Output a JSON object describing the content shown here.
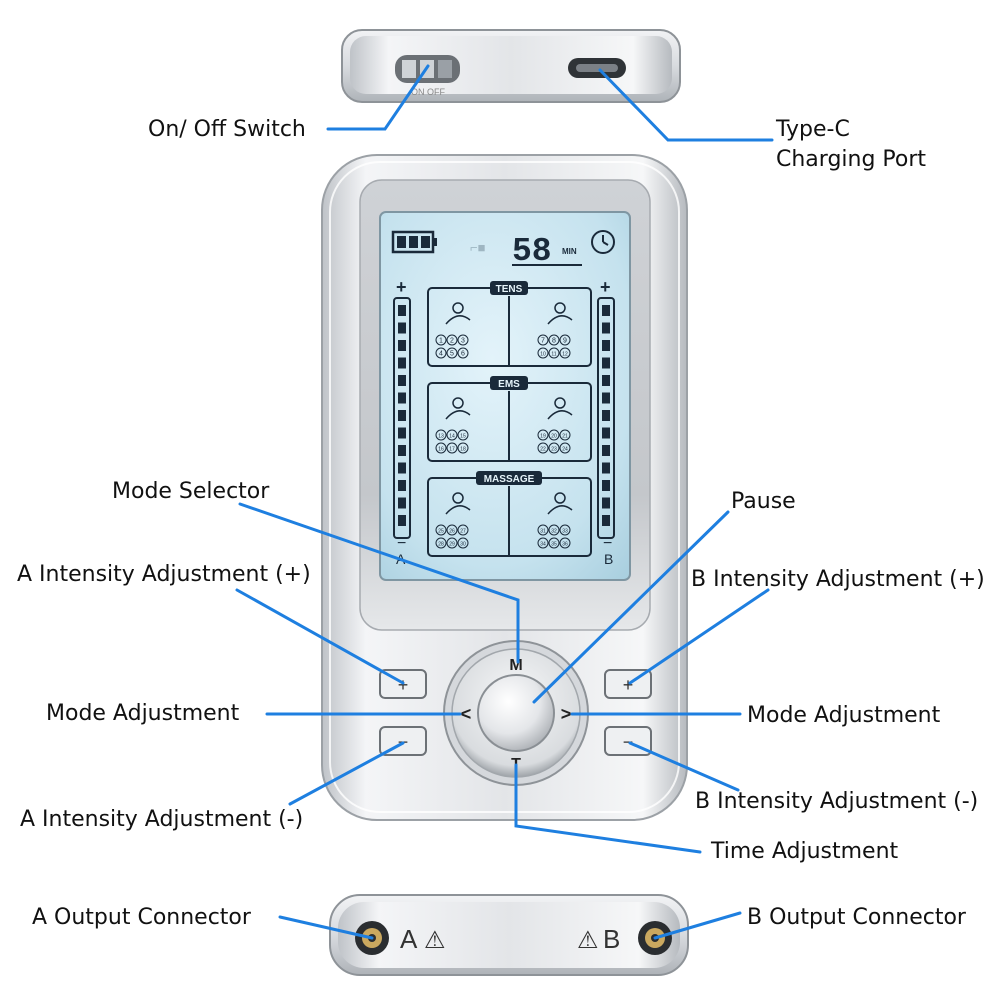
{
  "labels": {
    "onoff": "On/ Off Switch",
    "typec_1": "Type-C",
    "typec_2": "Charging Port",
    "mode_selector": "Mode Selector",
    "pause": "Pause",
    "a_plus": "A Intensity Adjustment (+)",
    "b_plus": "B Intensity Adjustment (+)",
    "mode_adj_left": "Mode Adjustment",
    "mode_adj_right": "Mode Adjustment",
    "a_minus": "A Intensity Adjustment (-)",
    "b_minus": "B Intensity Adjustment (-)",
    "time_adj": "Time Adjustment",
    "a_out": "A Output Connector",
    "b_out": "B Output Connector"
  },
  "device": {
    "switch_text": "ON  OFF",
    "timer_value": "58",
    "timer_unit": "MIN",
    "section_tens": "TENS",
    "section_ems": "EMS",
    "section_massage": "MASSAGE",
    "tens_left": [
      "1",
      "2",
      "3",
      "4",
      "5",
      "6"
    ],
    "tens_right": [
      "7",
      "8",
      "9",
      "10",
      "11",
      "12"
    ],
    "ems_left": [
      "13",
      "14",
      "15",
      "16",
      "17",
      "18"
    ],
    "ems_right": [
      "19",
      "20",
      "21",
      "22",
      "23",
      "24"
    ],
    "massage_left": [
      "25",
      "26",
      "27",
      "28",
      "29",
      "30"
    ],
    "massage_right": [
      "31",
      "32",
      "33",
      "34",
      "35",
      "36"
    ],
    "channel_a": "A",
    "channel_b": "B",
    "plus_sign": "+",
    "minus_sign": "−",
    "key_m": "M",
    "key_t": "T",
    "key_left": "<",
    "key_right": ">",
    "btn_plus": "+",
    "btn_minus": "−",
    "conn_a": "A",
    "conn_b": "B",
    "warning": "⚠"
  },
  "colors": {
    "leader": "#1e7fe0",
    "lcd": "#c9e4ef",
    "lcd_ink": "#1a2a3a"
  }
}
